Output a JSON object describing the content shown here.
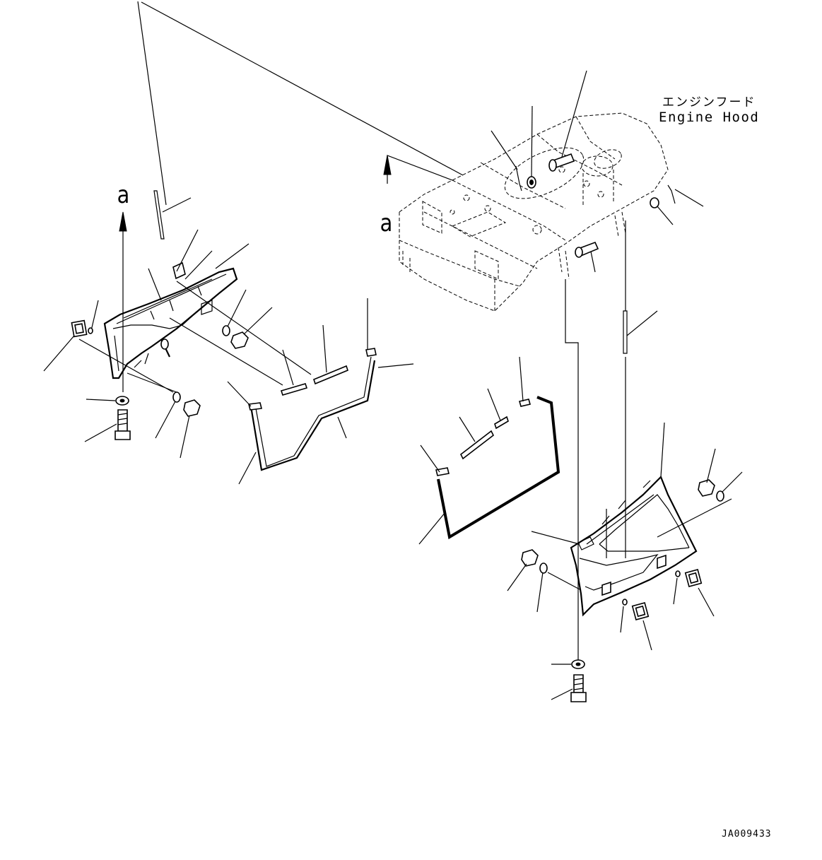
{
  "labels": {
    "engine_hood_jp": "エンジンフード",
    "engine_hood_en": "Engine Hood",
    "view_marker_left": "a",
    "view_marker_right": "a",
    "drawing_id": "JA009433"
  }
}
